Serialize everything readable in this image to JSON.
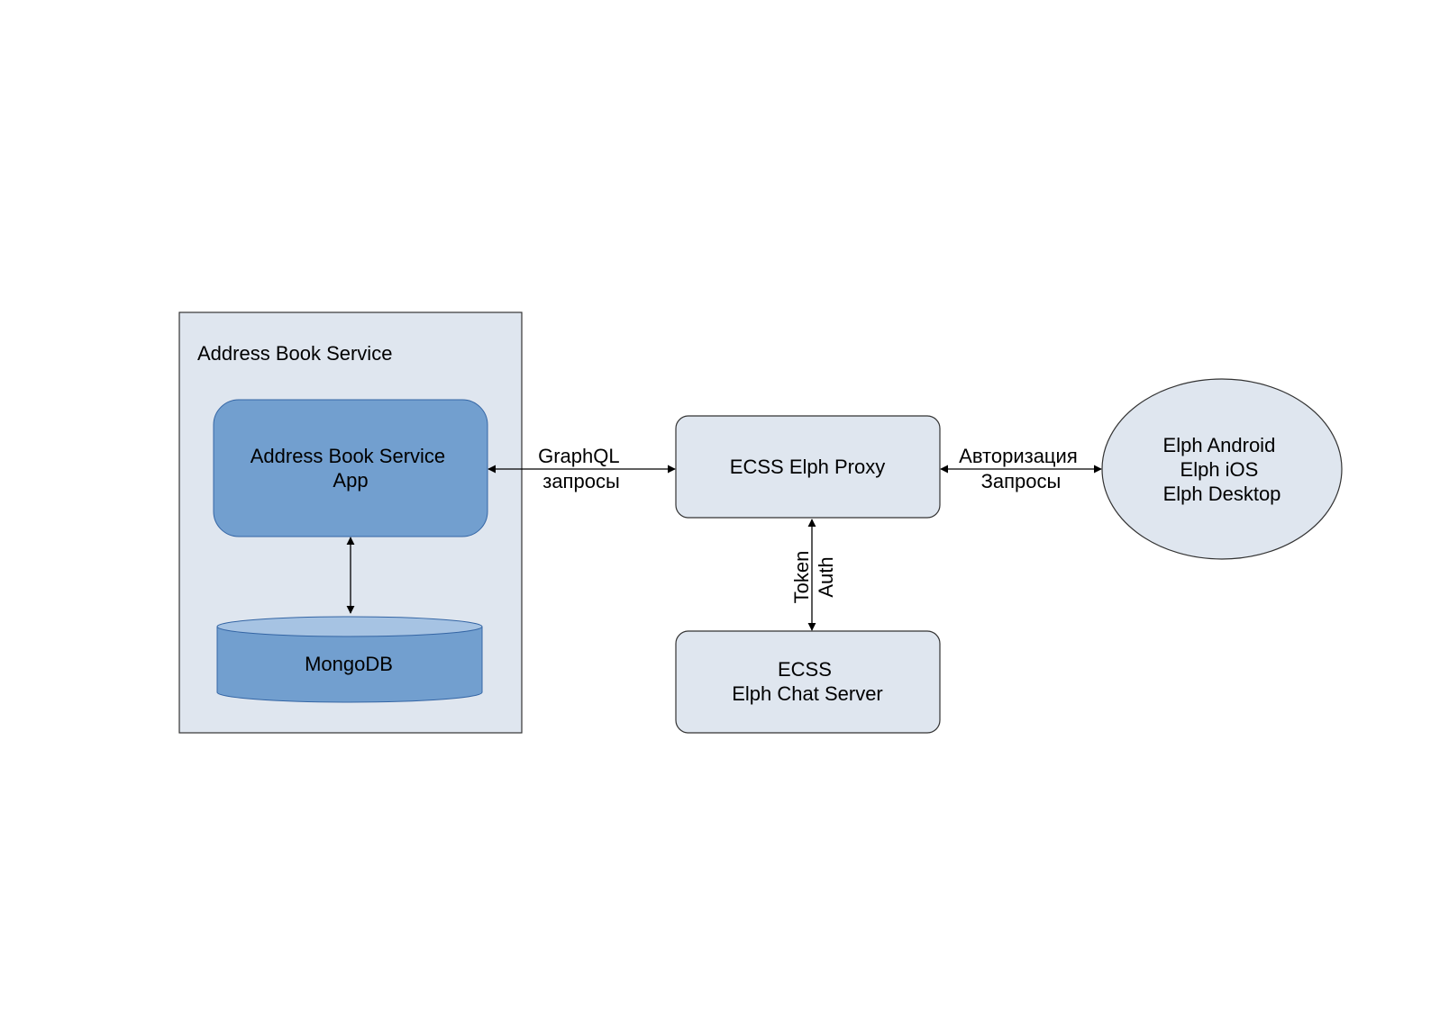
{
  "colors": {
    "container_fill": "#dfe6ef",
    "node_fill": "#dfe6ef",
    "app_fill": "#729fcf",
    "db_top_fill": "#a6c3e3",
    "stroke": "#1a1a1a"
  },
  "nodes": {
    "service_container": {
      "label": "Address Book Service"
    },
    "app": {
      "line1": "Address Book Service",
      "line2": "App"
    },
    "db": {
      "label": "MongoDB"
    },
    "proxy": {
      "label": "ECSS Elph Proxy"
    },
    "chat_server": {
      "line1": "ECSS",
      "line2": "Elph Chat Server"
    },
    "clients": {
      "line1": "Elph Android",
      "line2": "Elph iOS",
      "line3": "Elph Desktop"
    }
  },
  "edges": {
    "app_proxy": {
      "line1": "GraphQL",
      "line2": "запросы"
    },
    "proxy_clients": {
      "line1": "Авторизация",
      "line2": "Запросы"
    },
    "proxy_chat": {
      "line1": "Token",
      "line2": "Auth"
    }
  }
}
